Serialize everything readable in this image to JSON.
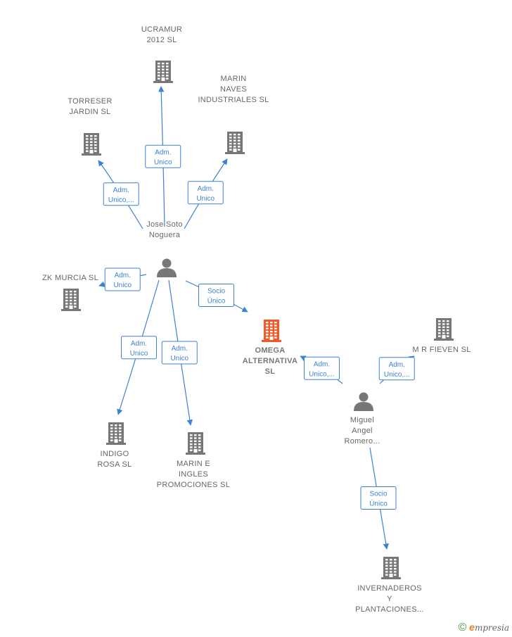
{
  "colors": {
    "company": "#777777",
    "focus": "#f05a2a",
    "person": "#777777",
    "edge": "#3c82d2"
  },
  "nodes": [
    {
      "id": "ucramur",
      "type": "company",
      "lines": [
        "UCRAMUR",
        "2012 SL"
      ]
    },
    {
      "id": "torreser",
      "type": "company",
      "lines": [
        "TORRESER",
        "JARDIN SL"
      ]
    },
    {
      "id": "marin-naves",
      "type": "company",
      "lines": [
        "MARIN",
        "NAVES",
        "INDUSTRIALES SL"
      ]
    },
    {
      "id": "jose",
      "type": "person",
      "lines": [
        "Jose Soto",
        "Noguera"
      ]
    },
    {
      "id": "zk",
      "type": "company",
      "lines": [
        "ZK MURCIA  SL"
      ]
    },
    {
      "id": "omega",
      "type": "focus",
      "lines": [
        "OMEGA",
        "ALTERNATIVA",
        "SL"
      ]
    },
    {
      "id": "mr",
      "type": "company",
      "lines": [
        "M R FIEVEN  SL"
      ]
    },
    {
      "id": "miguel",
      "type": "person",
      "lines": [
        "Miguel",
        "Angel",
        "Romero..."
      ]
    },
    {
      "id": "indigo",
      "type": "company",
      "lines": [
        "INDIGO",
        "ROSA  SL"
      ]
    },
    {
      "id": "marin-e",
      "type": "company",
      "lines": [
        "MARIN E",
        "INGLES",
        "PROMOCIONES SL"
      ]
    },
    {
      "id": "invern",
      "type": "company",
      "lines": [
        "INVERNADEROS",
        "Y",
        "PLANTACIONES..."
      ]
    }
  ],
  "edges": [
    {
      "from": "jose",
      "to": "ucramur",
      "lines": [
        "Adm.",
        "Unico"
      ]
    },
    {
      "from": "jose",
      "to": "torreser",
      "lines": [
        "Adm.",
        "Unico,..."
      ]
    },
    {
      "from": "jose",
      "to": "marin-naves",
      "lines": [
        "Adm.",
        "Unico"
      ]
    },
    {
      "from": "jose",
      "to": "zk",
      "lines": [
        "Adm.",
        "Unico"
      ]
    },
    {
      "from": "jose",
      "to": "omega",
      "lines": [
        "Socio",
        "Único"
      ]
    },
    {
      "from": "jose",
      "to": "indigo",
      "lines": [
        "Adm.",
        "Unico"
      ]
    },
    {
      "from": "jose",
      "to": "marin-e",
      "lines": [
        "Adm.",
        "Unico"
      ]
    },
    {
      "from": "miguel",
      "to": "omega",
      "lines": [
        "Adm.",
        "Unico,..."
      ]
    },
    {
      "from": "miguel",
      "to": "mr",
      "lines": [
        "Adm.",
        "Unico,..."
      ]
    },
    {
      "from": "miguel",
      "to": "invern",
      "lines": [
        "Socio",
        "Único"
      ]
    }
  ],
  "watermark": {
    "symbol": "©",
    "brand_initial": "e",
    "brand_rest": "mpresia"
  }
}
